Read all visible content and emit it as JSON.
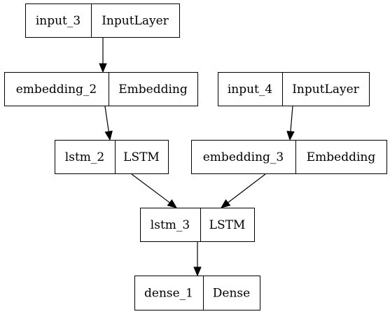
{
  "nodes": [
    {
      "id": "input_3",
      "name": "input_3",
      "type": "InputLayer"
    },
    {
      "id": "embedding_2",
      "name": "embedding_2",
      "type": "Embedding"
    },
    {
      "id": "input_4",
      "name": "input_4",
      "type": "InputLayer"
    },
    {
      "id": "lstm_2",
      "name": "lstm_2",
      "type": "LSTM"
    },
    {
      "id": "embedding_3",
      "name": "embedding_3",
      "type": "Embedding"
    },
    {
      "id": "lstm_3",
      "name": "lstm_3",
      "type": "LSTM"
    },
    {
      "id": "dense_1",
      "name": "dense_1",
      "type": "Dense"
    }
  ],
  "edges": [
    {
      "from": "input_3",
      "to": "embedding_2"
    },
    {
      "from": "embedding_2",
      "to": "lstm_2"
    },
    {
      "from": "input_4",
      "to": "embedding_3"
    },
    {
      "from": "lstm_2",
      "to": "lstm_3"
    },
    {
      "from": "embedding_3",
      "to": "lstm_3"
    },
    {
      "from": "lstm_3",
      "to": "dense_1"
    }
  ]
}
